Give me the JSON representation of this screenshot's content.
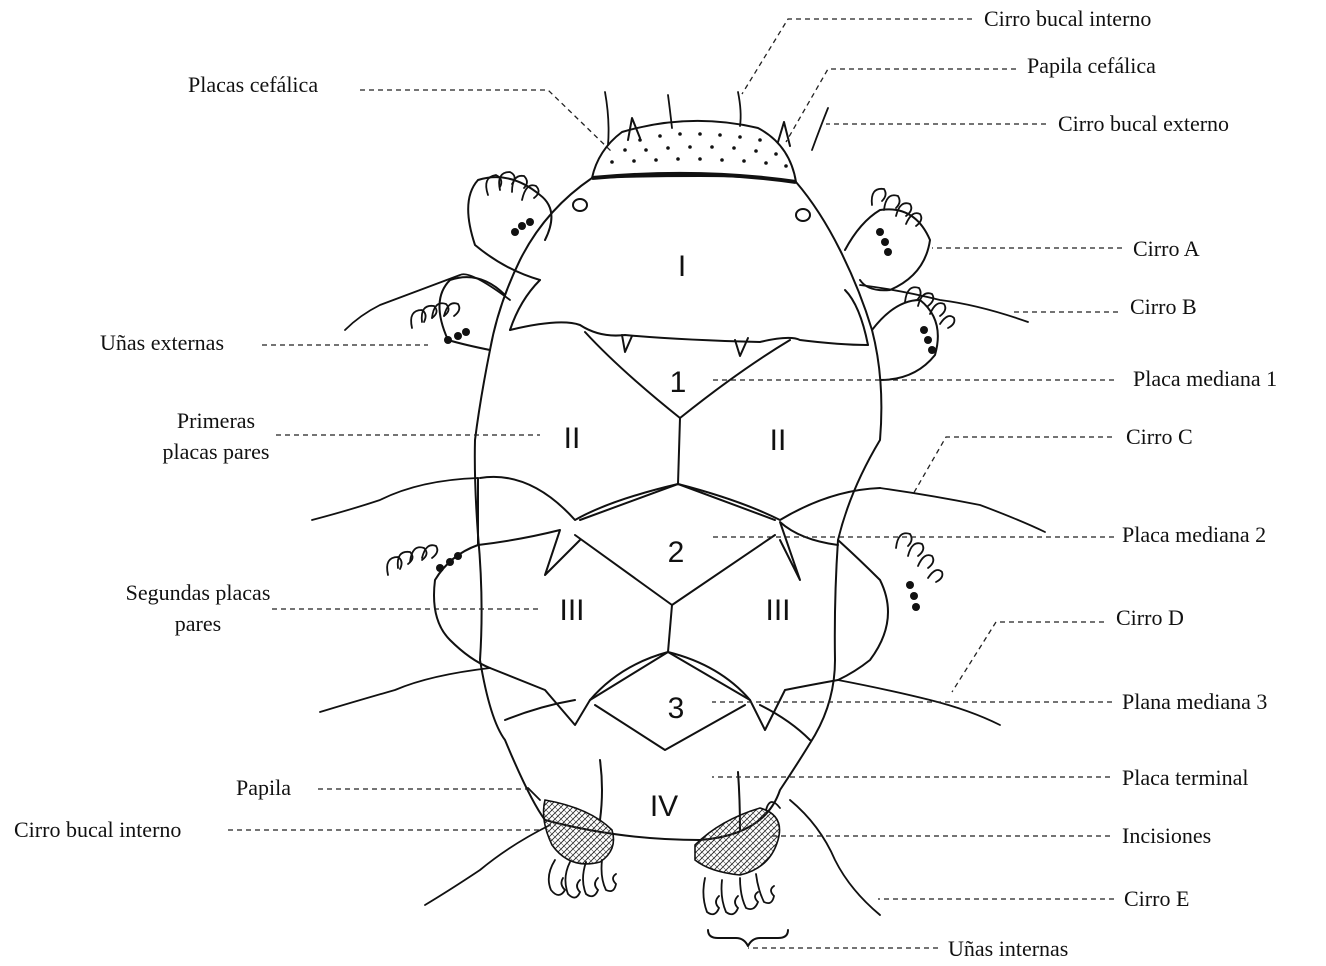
{
  "labels": {
    "placas_cefalica": "Placas cefálica",
    "cirro_bucal_interno_top": "Cirro bucal interno",
    "papila_cefalica": "Papila cefálica",
    "cirro_bucal_externo": "Cirro bucal externo",
    "cirro_a": "Cirro A",
    "cirro_b": "Cirro B",
    "unas_externas": "Uñas externas",
    "placa_mediana_1": "Placa mediana 1",
    "primeras_placas_pares_1": "Primeras",
    "primeras_placas_pares_2": "placas pares",
    "cirro_c": "Cirro C",
    "placa_mediana_2": "Placa mediana 2",
    "segundas_placas_pares_1": "Segundas placas",
    "segundas_placas_pares_2": "pares",
    "cirro_d": "Cirro D",
    "plana_mediana_3": "Plana mediana 3",
    "papila": "Papila",
    "placa_terminal": "Placa terminal",
    "cirro_bucal_interno_bottom": "Cirro bucal interno",
    "incisiones": "Incisiones",
    "cirro_e": "Cirro E",
    "unas_internas": "Uñas internas"
  },
  "plates": {
    "p1": "I",
    "m1": "1",
    "p2_left": "II",
    "p2_right": "II",
    "m2": "2",
    "p3_left": "III",
    "p3_right": "III",
    "m3": "3",
    "p4": "IV"
  }
}
